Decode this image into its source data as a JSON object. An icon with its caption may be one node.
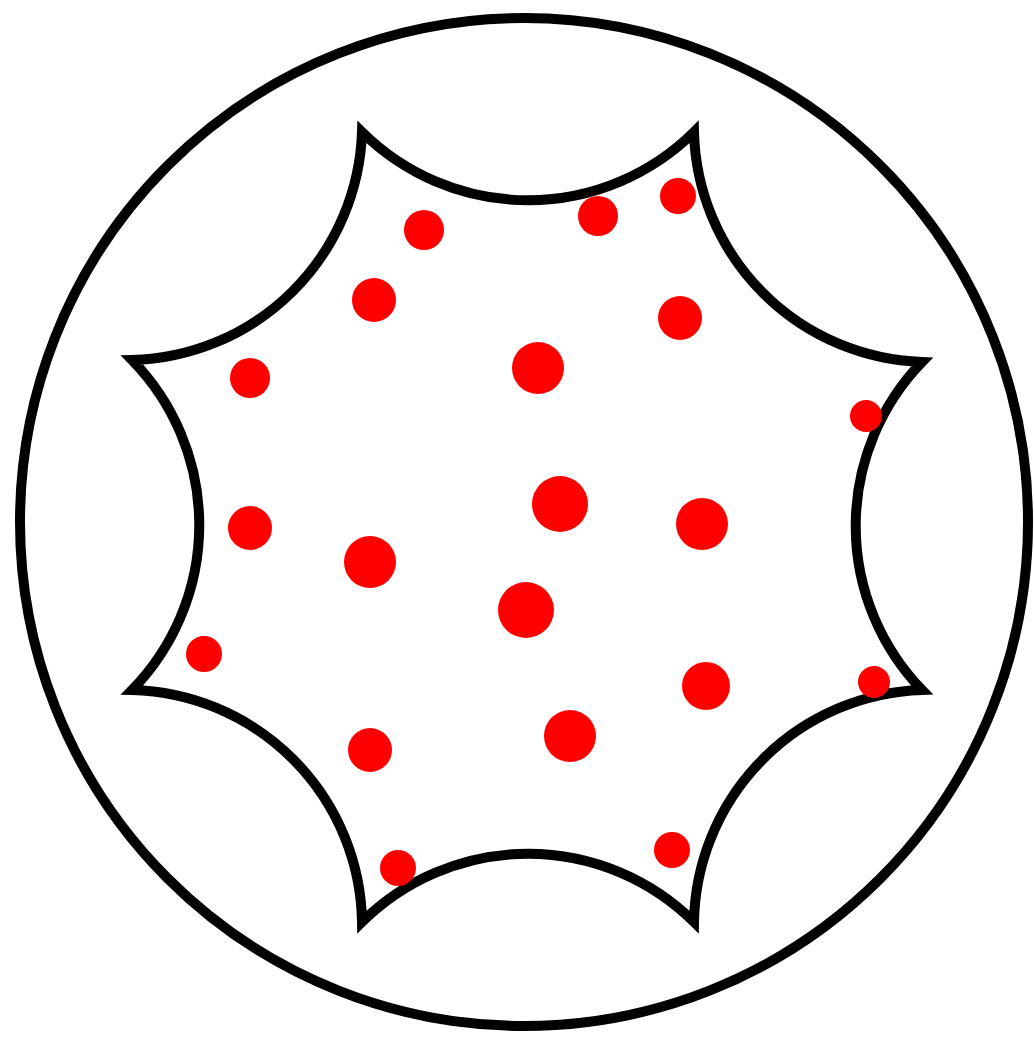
{
  "diagram": {
    "nodes": [
      {
        "text": [],
        "shape": "circle"
      },
      {
        "text": [],
        "shape": "star",
        "in": 0
      }
    ],
    "edges": []
  }
}
